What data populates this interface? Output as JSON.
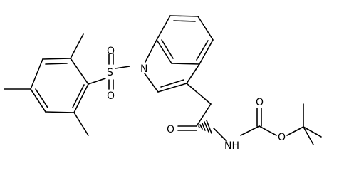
{
  "molecule": {
    "atoms": {
      "indole_nitrogen": "N",
      "sulfonyl_sulfur": "S",
      "sulfonyl_oxygen_top": "O",
      "sulfonyl_oxygen_bottom": "O",
      "aldehyde_oxygen": "O",
      "amide_nh": "NH",
      "carbamate_carbonyl_oxygen": "O",
      "carbamate_ester_oxygen": "O"
    }
  }
}
